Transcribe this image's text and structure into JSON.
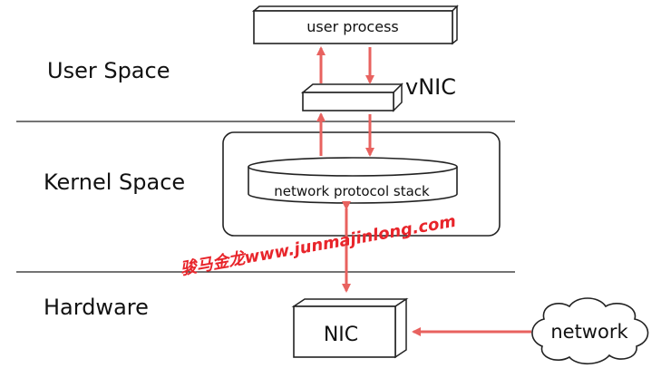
{
  "layers": {
    "user_space": "User Space",
    "kernel_space": "Kernel Space",
    "hardware": "Hardware"
  },
  "nodes": {
    "user_process": "user process",
    "vnic": "vNIC",
    "protocol_stack": "network protocol stack",
    "nic": "NIC",
    "network": "network"
  },
  "watermark": "骏马金龙www.junmajinlong.com",
  "colors": {
    "arrow": "#e8625f",
    "stroke": "#222222",
    "watermark": "#e8252b"
  }
}
